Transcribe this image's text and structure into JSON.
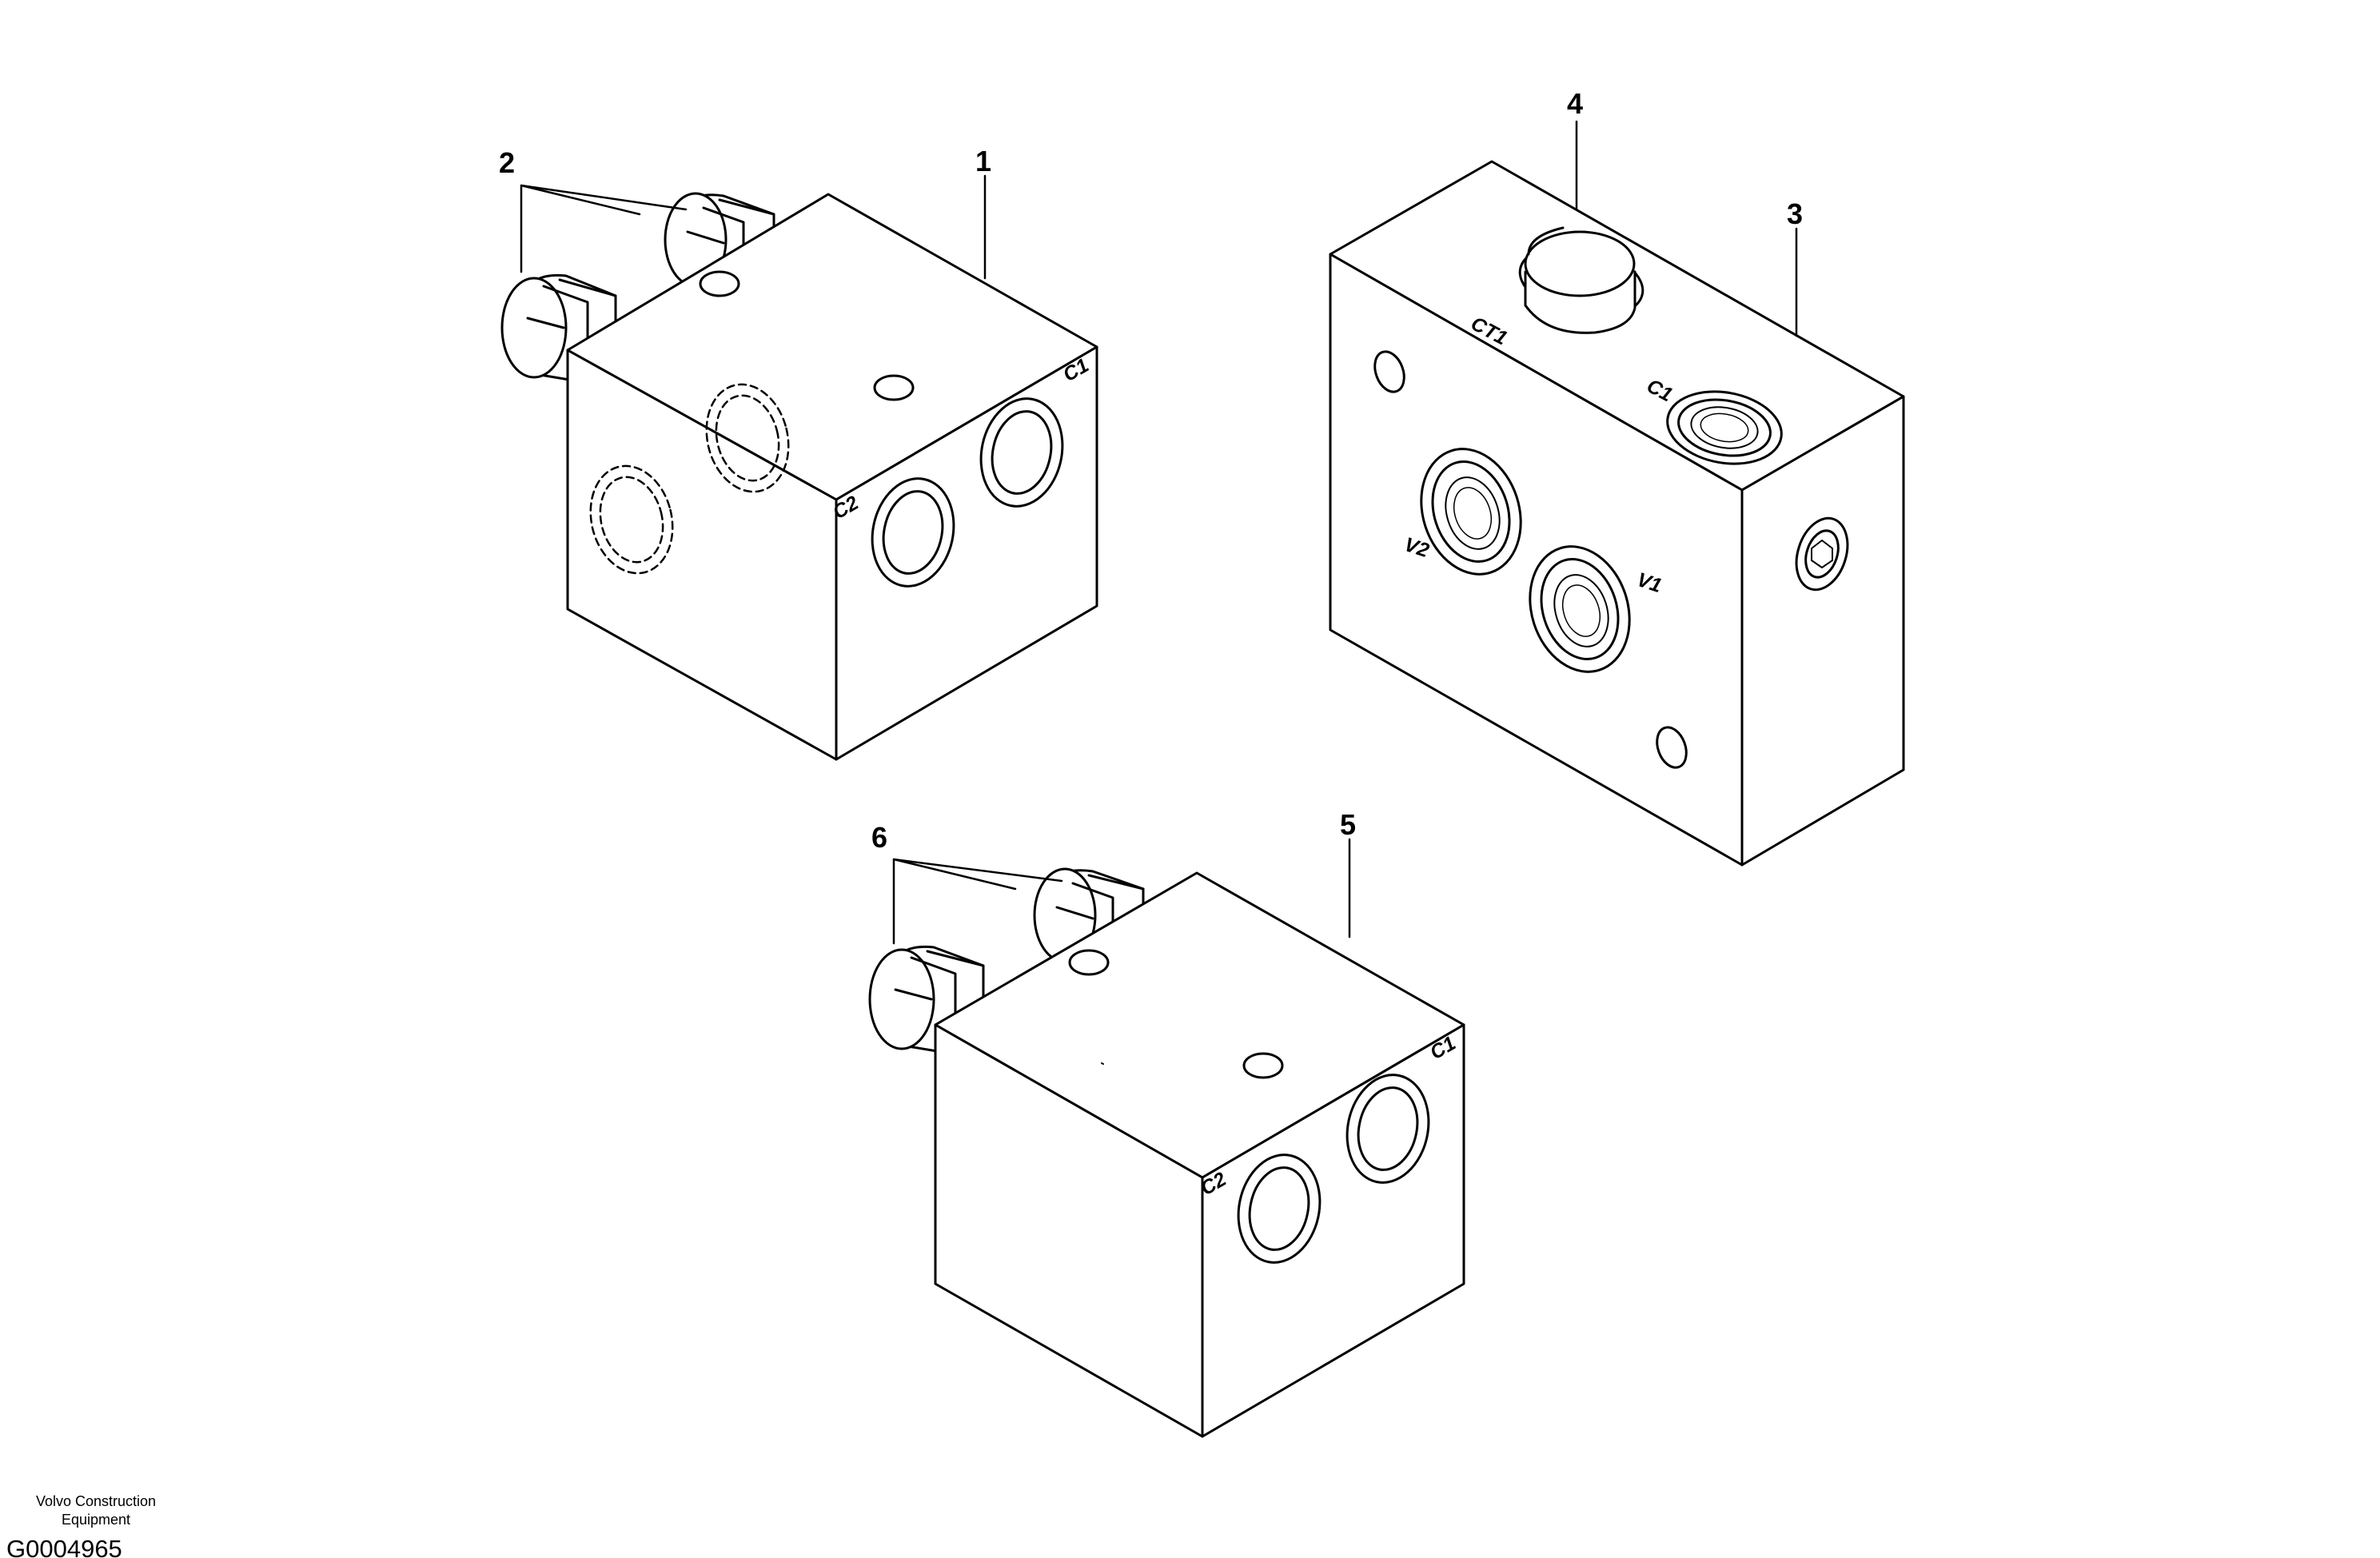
{
  "callouts": {
    "c1": "1",
    "c2": "2",
    "c3": "3",
    "c4": "4",
    "c5": "5",
    "c6": "6"
  },
  "ports": {
    "valve1_c1": "C1",
    "valve1_c2": "C2",
    "valve3_ct1": "CT1",
    "valve3_c1": "C1",
    "valve3_v1": "V1",
    "valve3_v2": "V2",
    "valve5_c1": "C1",
    "valve5_c2": "C2"
  },
  "footer": {
    "company_line1": "Volvo Construction",
    "company_line2": "Equipment",
    "doc_code": "G0004965"
  }
}
